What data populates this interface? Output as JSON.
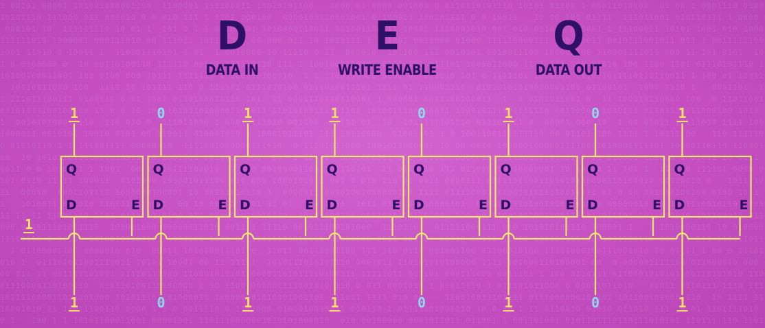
{
  "legend": [
    {
      "letter": "D",
      "caption": "DATA IN"
    },
    {
      "letter": "E",
      "caption": "WRITE ENABLE"
    },
    {
      "letter": "Q",
      "caption": "DATA OUT"
    }
  ],
  "pin_labels": {
    "q": "Q",
    "d": "D",
    "e": "E"
  },
  "enable_input": "1",
  "outputs": [
    "1",
    "0",
    "1",
    "1",
    "0",
    "1",
    "0",
    "1"
  ],
  "inputs": [
    "1",
    "0",
    "1",
    "1",
    "0",
    "1",
    "0",
    "1"
  ],
  "colors": {
    "wire": "#f4e96a",
    "one": "#ffe066",
    "zero": "#8fd8f0",
    "text_dark": "#2e1166",
    "background": "#c84fc4"
  },
  "background_pattern": "binary digits 0 and 1"
}
